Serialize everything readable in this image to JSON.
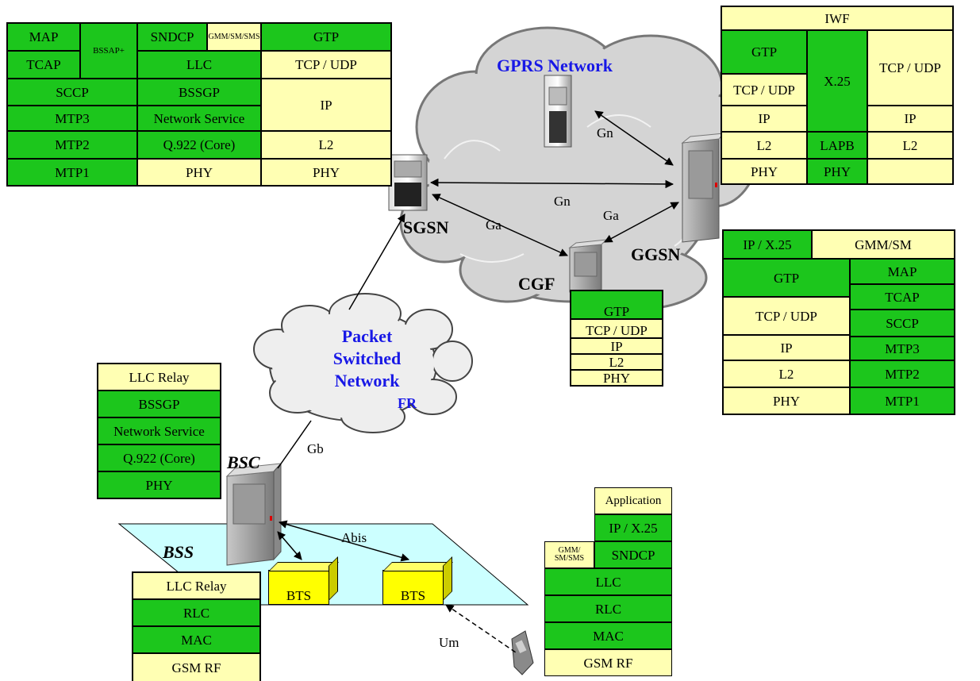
{
  "title": "GPRS Network",
  "packet_network": {
    "line1": "Packet",
    "line2": "Switched",
    "line3": "Network",
    "line4": "FR"
  },
  "nodes": {
    "sgsn": "SGSN",
    "ggsn": "GGSN",
    "cgf": "CGF",
    "bsc": "BSC",
    "bss": "BSS",
    "bts1": "BTS",
    "bts2": "BTS"
  },
  "interfaces": {
    "gn_server": "Gn",
    "gn_main": "Gn",
    "ga_left": "Ga",
    "ga_right": "Ga",
    "gb": "Gb",
    "abis": "Abis",
    "um": "Um"
  },
  "sgsn_stack": {
    "map": "MAP",
    "bssap": "BSSAP+",
    "sndcp": "SNDCP",
    "gmm": "GMM/SM/SMS",
    "gtp": "GTP",
    "tcap": "TCAP",
    "llc": "LLC",
    "tcpudp": "TCP / UDP",
    "sccp": "SCCP",
    "bssgp": "BSSGP",
    "ip": "IP",
    "mtp3": "MTP3",
    "ns": "Network Service",
    "mtp2": "MTP2",
    "q922": "Q.922 (Core)",
    "l2": "L2",
    "mtp1": "MTP1",
    "phy1": "PHY",
    "phy2": "PHY"
  },
  "ggsn_stack": {
    "iwf": "IWF",
    "gtp": "GTP",
    "x25": "X.25",
    "tcpudp_r": "TCP / UDP",
    "tcpudp_l": "TCP / UDP",
    "ip_l": "IP",
    "ip_r": "IP",
    "l2_l": "L2",
    "lapb": "LAPB",
    "l2_r": "L2",
    "phy_l": "PHY",
    "phy_m": "PHY"
  },
  "gmm_stack": {
    "ipx25": "IP / X.25",
    "gmmsm": "GMM/SM",
    "gtp": "GTP",
    "map": "MAP",
    "tcap": "TCAP",
    "tcpudp": "TCP / UDP",
    "sccp": "SCCP",
    "ip": "IP",
    "mtp3": "MTP3",
    "l2": "L2",
    "mtp2": "MTP2",
    "phy": "PHY",
    "mtp1": "MTP1"
  },
  "cgf_stack": {
    "gtp": "GTP",
    "tcpudp": "TCP / UDP",
    "ip": "IP",
    "l2": "L2",
    "phy": "PHY"
  },
  "bsc_stack": {
    "llc": "LLC Relay",
    "bssgp": "BSSGP",
    "ns": "Network Service",
    "q922": "Q.922 (Core)",
    "phy": "PHY"
  },
  "bts_stack": {
    "llc": "LLC Relay",
    "rlc": "RLC",
    "mac": "MAC",
    "rf": "GSM RF"
  },
  "ms_stack": {
    "app": "Application",
    "ipx25": "IP / X.25",
    "gmm": "GMM/ SM/SMS",
    "sndcp": "SNDCP",
    "llc": "LLC",
    "rlc": "RLC",
    "mac": "MAC",
    "rf": "GSM RF"
  },
  "colors": {
    "green": "#1cc61c",
    "yellow": "#ffffb3",
    "bss_plane": "#ccffff",
    "blue_text": "#1818e6"
  }
}
